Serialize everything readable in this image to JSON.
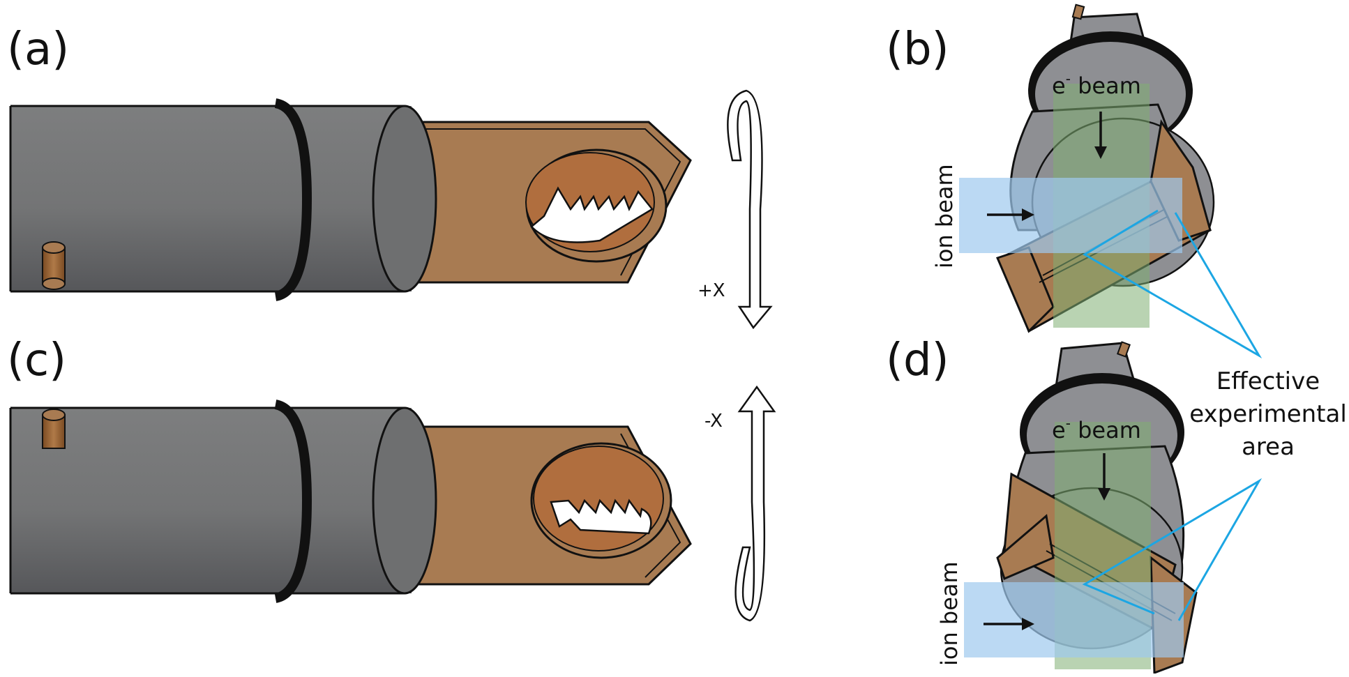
{
  "panels": {
    "a": {
      "label": "(a)"
    },
    "b": {
      "label": "(b)"
    },
    "c": {
      "label": "(c)"
    },
    "d": {
      "label": "(d)"
    }
  },
  "rotation": {
    "plus": "+X",
    "minus": "-X"
  },
  "beams": {
    "electron": "e",
    "electron_sup": "-",
    "electron_word": " beam",
    "ion": "ion beam"
  },
  "callout": {
    "line1": "Effective",
    "line2": "experimental",
    "line3": "area"
  },
  "colors": {
    "rod_dark": "#5a5b5d",
    "rod_light": "#7d7e7f",
    "copper": "#a87b52",
    "copper_dark": "#a86a3c",
    "ion_beam": "#9ec9ee",
    "e_beam": "#7fae72",
    "cyan_line": "#1ca6e3"
  }
}
